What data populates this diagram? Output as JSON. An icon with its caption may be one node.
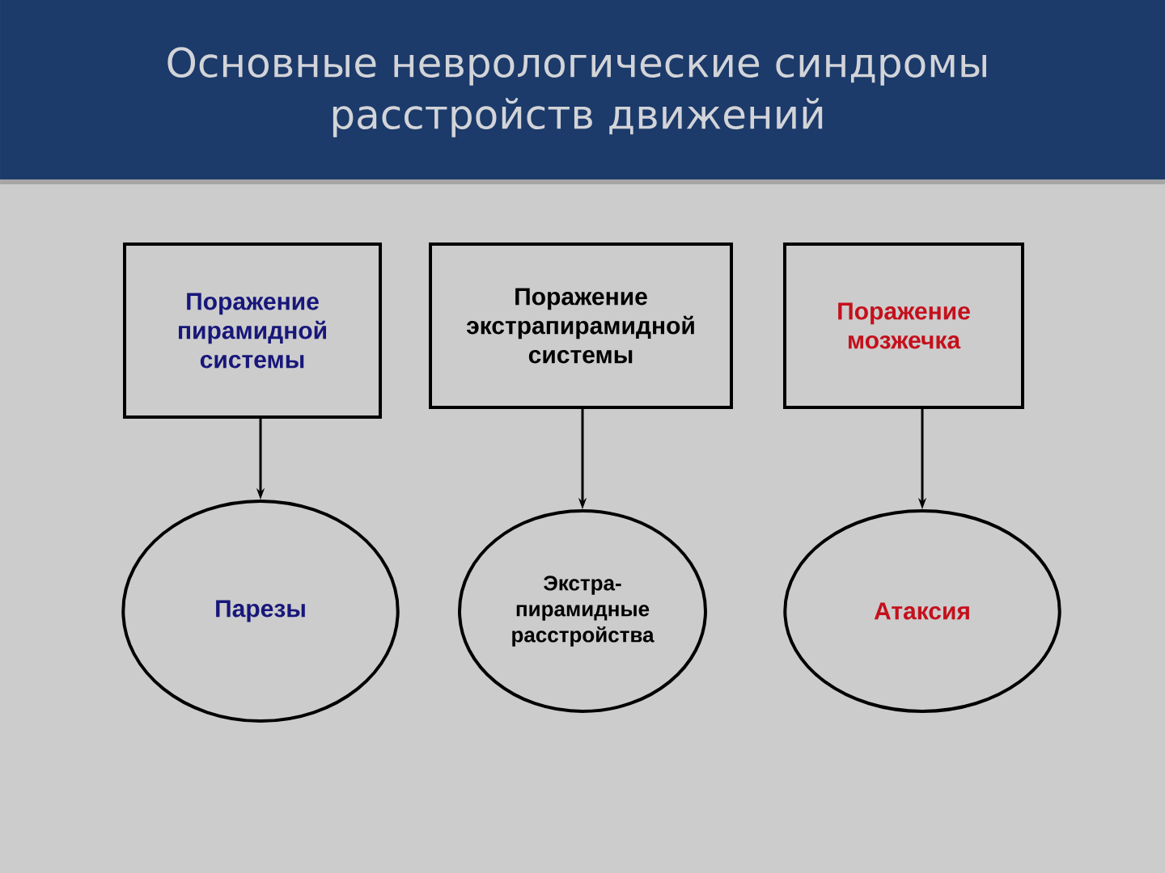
{
  "diagram": {
    "title": "Основные неврологические синдромы расстройств движений",
    "nodes": [
      {
        "text": [
          "Поражение пирамидной системы"
        ]
      },
      {
        "text": [
          "Поражение экстрапирамидной системы"
        ]
      },
      {
        "text": [
          "Поражение мозжечка"
        ]
      },
      {
        "text": [
          "Парезы"
        ]
      },
      {
        "text": [
          "Экстра- пирамидные расстройства"
        ]
      },
      {
        "text": [
          "Атаксия"
        ]
      }
    ],
    "edges": [
      {
        "from": 0,
        "to": 3,
        "arrow": "to"
      },
      {
        "from": 1,
        "to": 4,
        "arrow": "to"
      },
      {
        "from": 2,
        "to": 5,
        "arrow": "to"
      }
    ]
  }
}
